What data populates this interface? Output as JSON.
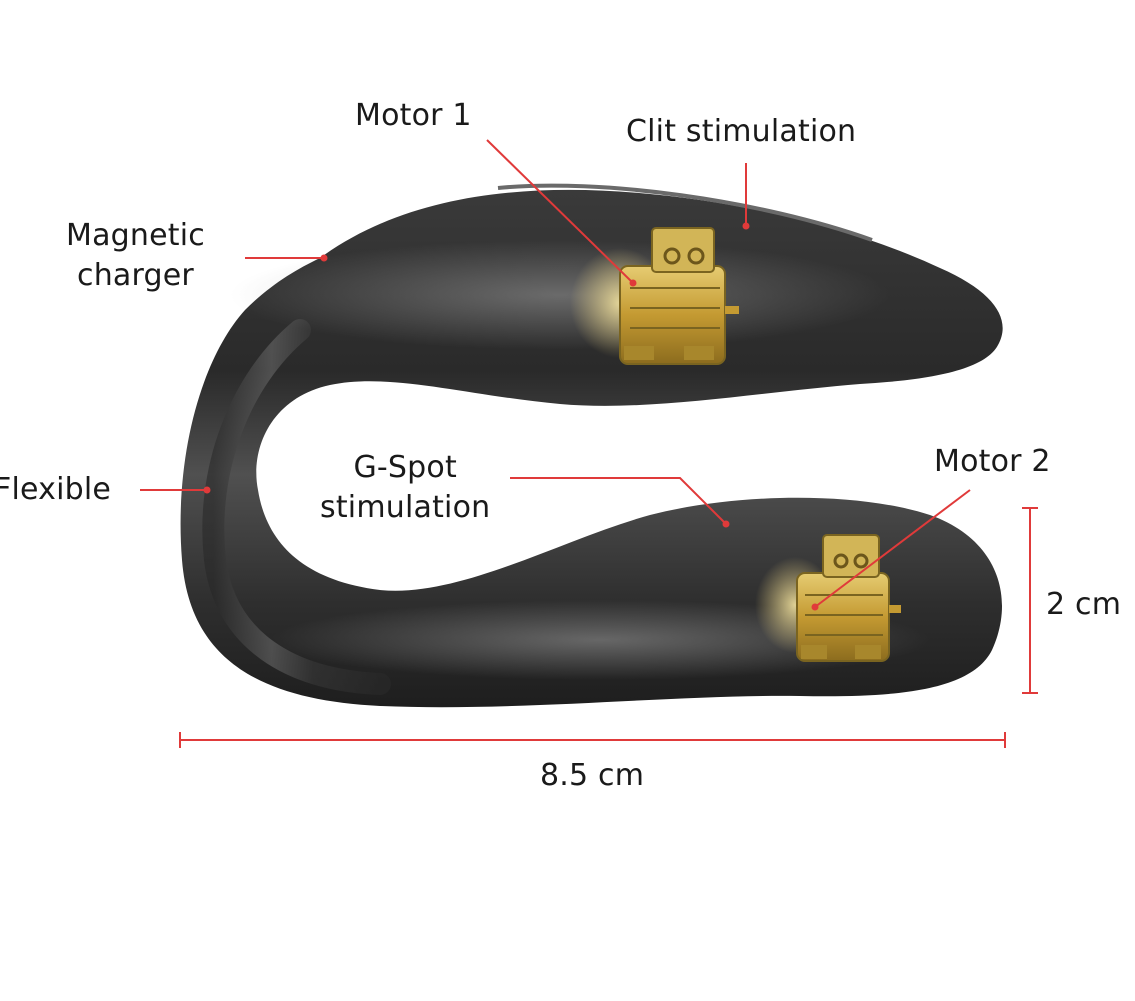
{
  "labels": {
    "motor_1": "Motor 1",
    "clit_stimulation": "Clit stimulation",
    "magnetic_charger_line1": "Magnetic",
    "magnetic_charger_line2": "charger",
    "flexible": "Flexible",
    "g_spot_line1": "G-Spot",
    "g_spot_line2": "stimulation",
    "motor_2": "Motor 2",
    "height": "2 cm",
    "width": "8.5 cm"
  },
  "colors": {
    "annotation": "#e03a3a",
    "body_dark": "#2b2b2b",
    "body_mid": "#4a4a4a",
    "body_highlight": "#8a8a8a",
    "motor_gold": "#c9a642",
    "motor_dark": "#7a6420",
    "text": "#1a1a1a"
  }
}
